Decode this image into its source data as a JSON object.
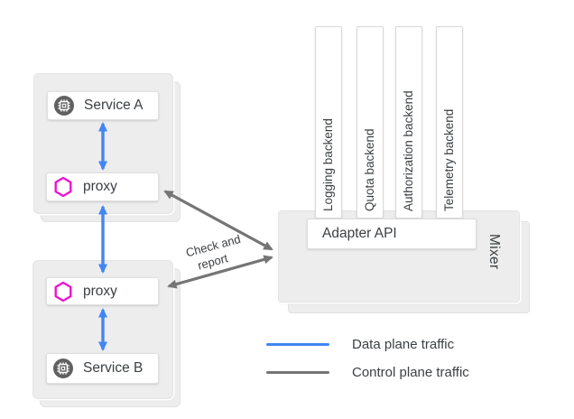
{
  "nodes": {
    "service_a": "Service A",
    "service_b": "Service B",
    "proxy_a": "proxy",
    "proxy_b": "proxy",
    "adapter_api": "Adapter API",
    "mixer": "Mixer"
  },
  "backends": [
    {
      "label": "Logging backend"
    },
    {
      "label": "Quota backend"
    },
    {
      "label": "Authorization backend"
    },
    {
      "label": "Telemetry backend"
    }
  ],
  "arrow_label": {
    "line1": "Check and",
    "line2": "report"
  },
  "legend": [
    {
      "label": "Data plane traffic",
      "color": "#4285f4"
    },
    {
      "label": "Control plane traffic",
      "color": "#757575"
    }
  ],
  "icons": {
    "service": "chip-icon",
    "proxy": "hexagon-icon"
  },
  "colors": {
    "data_plane": "#4285f4",
    "control_plane": "#757575",
    "hexagon": "#ed13d2",
    "service_icon_bg": "#616161",
    "container_bg": "#ededed",
    "text": "#3c4043"
  }
}
